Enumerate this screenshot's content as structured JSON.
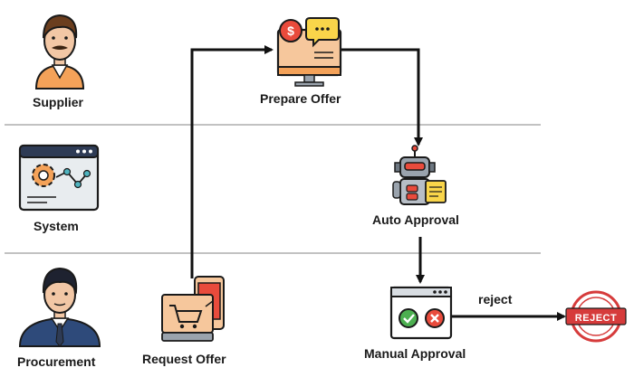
{
  "lanes": [
    {
      "label": "Supplier",
      "icon": "supplier-avatar-icon"
    },
    {
      "label": "System",
      "icon": "system-gear-window-icon"
    },
    {
      "label": "Procurement",
      "icon": "procurement-avatar-icon"
    }
  ],
  "nodes": {
    "request_offer": {
      "label": "Request Offer",
      "icon": "shopping-cart-devices-icon"
    },
    "prepare_offer": {
      "label": "Prepare Offer",
      "icon": "monitor-dollar-chat-icon"
    },
    "auto_approval": {
      "label": "Auto Approval",
      "icon": "robot-icon"
    },
    "manual_approval": {
      "label": "Manual Approval",
      "icon": "approve-reject-window-icon"
    },
    "reject": {
      "label": "",
      "icon": "reject-stamp-icon",
      "stamp_text": "REJECT"
    }
  },
  "edges": {
    "reject_label": "reject"
  },
  "colors": {
    "line": "#111111",
    "divider": "#9e9e9e",
    "orange": "#f4a259",
    "navy": "#2e3b55",
    "red": "#d63b3b",
    "green": "#4caf50"
  }
}
